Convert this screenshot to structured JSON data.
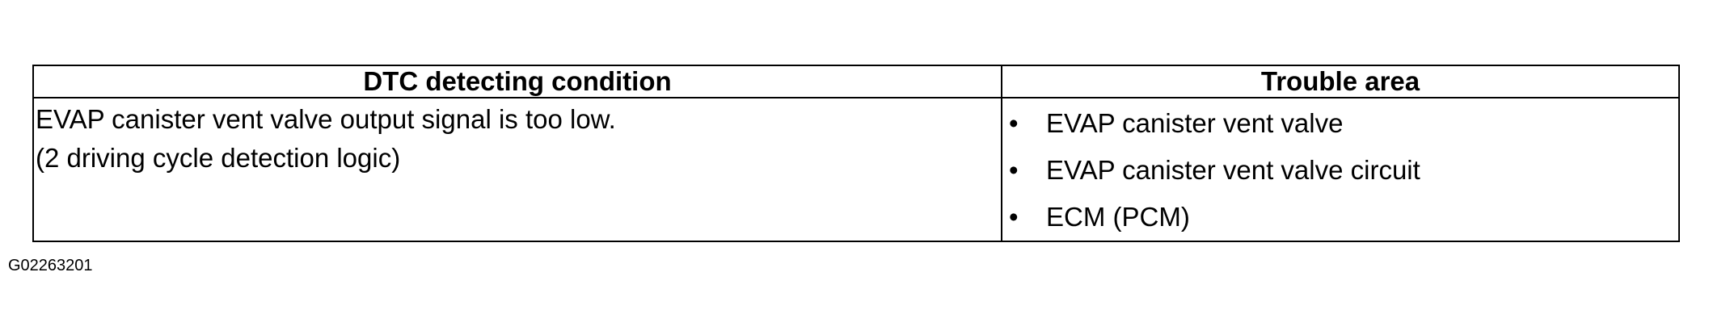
{
  "table": {
    "headers": {
      "condition": "DTC detecting condition",
      "trouble_area": "Trouble area"
    },
    "condition_lines": [
      "EVAP canister vent valve output signal is too low.",
      "(2 driving cycle detection logic)"
    ],
    "trouble_areas": [
      "EVAP canister vent valve",
      "EVAP canister vent valve circuit",
      "ECM (PCM)"
    ],
    "bullet_glyph": "•"
  },
  "figure_id": "G02263201"
}
